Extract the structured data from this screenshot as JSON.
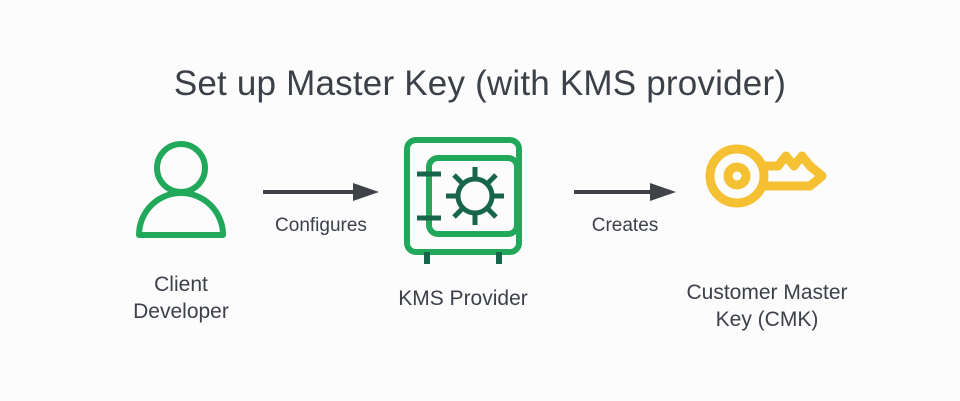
{
  "diagram": {
    "title": "Set up Master Key (with KMS provider)",
    "background_color": "#fcfcfc",
    "text_color": "#3c4049",
    "accent_green": "#22a85a",
    "accent_dark_green": "#18664a",
    "accent_yellow": "#f5c132",
    "arrow_color": "#3f4348",
    "nodes": [
      {
        "id": "client-developer",
        "icon": "person-icon",
        "icon_color": "#22a85a",
        "label_line1": "Client",
        "label_line2": "Developer"
      },
      {
        "id": "kms-provider",
        "icon": "safe-vault-icon",
        "icon_color": "#22a85a",
        "label_line1": "KMS Provider",
        "label_line2": ""
      },
      {
        "id": "customer-master-key",
        "icon": "key-icon",
        "icon_color": "#f5c132",
        "label_line1": "Customer Master",
        "label_line2": "Key (CMK)"
      }
    ],
    "arrows": [
      {
        "id": "configures",
        "label": "Configures",
        "from": "client-developer",
        "to": "kms-provider"
      },
      {
        "id": "creates",
        "label": "Creates",
        "from": "kms-provider",
        "to": "customer-master-key"
      }
    ]
  }
}
